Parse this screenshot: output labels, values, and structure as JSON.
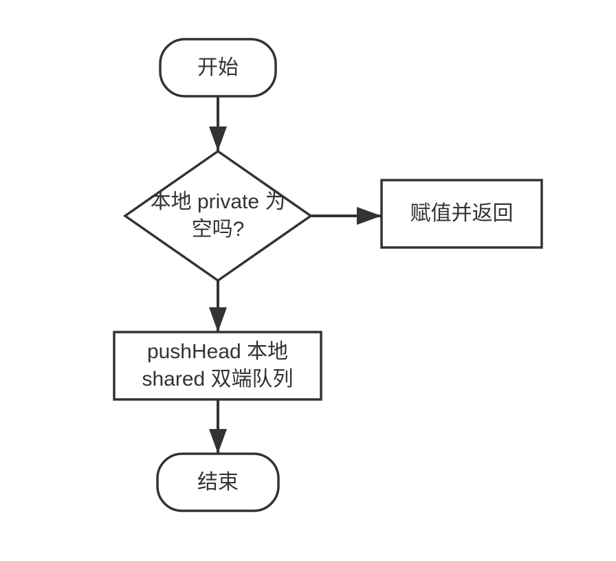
{
  "theme": {
    "background": "#ffffff",
    "node_fill": "#ffffff",
    "stroke_color": "#333333",
    "text_color": "#333333"
  },
  "diagram": {
    "type": "flowchart",
    "direction": "top-down",
    "nodes": {
      "start": {
        "shape": "terminator",
        "label": "开始"
      },
      "decision": {
        "shape": "decision",
        "label": "本地 private 为\n空吗?"
      },
      "assign": {
        "shape": "process",
        "label": "赋值并返回"
      },
      "push": {
        "shape": "process",
        "label": "pushHead 本地\nshared 双端队列"
      },
      "end": {
        "shape": "terminator",
        "label": "结束"
      }
    },
    "edges": [
      {
        "from": "start",
        "to": "decision",
        "direction": "down",
        "label": ""
      },
      {
        "from": "decision",
        "to": "assign",
        "direction": "right",
        "label": ""
      },
      {
        "from": "decision",
        "to": "push",
        "direction": "down",
        "label": ""
      },
      {
        "from": "push",
        "to": "end",
        "direction": "down",
        "label": ""
      }
    ]
  }
}
